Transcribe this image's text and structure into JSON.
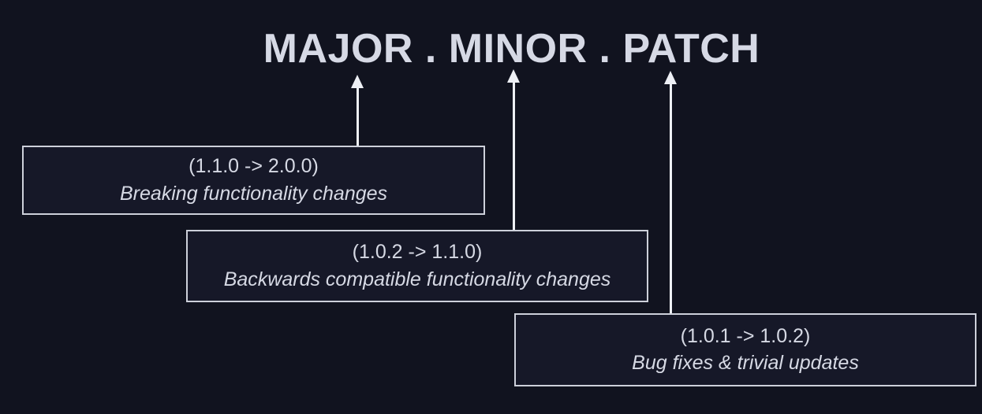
{
  "title": {
    "text": "MAJOR . MINOR . PATCH"
  },
  "notes": [
    {
      "target": "MAJOR",
      "version_change": "(1.1.0 -> 2.0.0)",
      "description": "Breaking functionality changes"
    },
    {
      "target": "MINOR",
      "version_change": "(1.0.2 -> 1.1.0)",
      "description": "Backwards compatible functionality changes"
    },
    {
      "target": "PATCH",
      "version_change": "(1.0.1 -> 1.0.2)",
      "description": "Bug fixes & trivial updates"
    }
  ],
  "colors": {
    "background": "#11131f",
    "title_text": "#d6d9e5",
    "box_border": "#cdd0da",
    "box_fill": "#161828",
    "box_text": "#d6d9e4",
    "arrow": "#eef0f5"
  }
}
